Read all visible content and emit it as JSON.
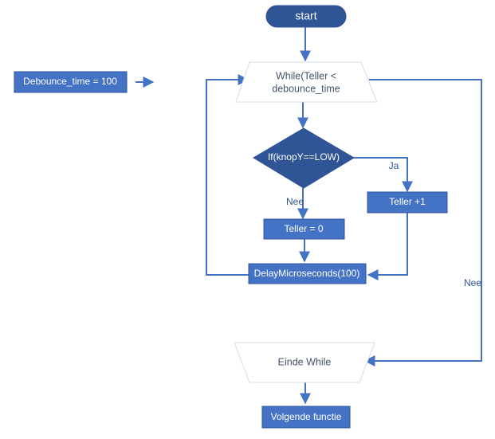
{
  "colors": {
    "fill": "#4472c4",
    "stroke": "#2f5597",
    "line": "#4472c4",
    "dark_fill": "#2f5597",
    "text_on_fill": "#ffffff",
    "text_on_white": "#44546a",
    "label_text": "#2f5597",
    "trapezoid_stroke": "#b4c7e7"
  },
  "nodes": {
    "start": "start",
    "debounce": "Debounce_time = 100",
    "while_line1": "While(Teller <",
    "while_line2": "debounce_time",
    "if": "If(knopY==LOW)",
    "teller_plus": "Teller +1",
    "teller_zero": "Teller = 0",
    "delay": "DelayMicroseconds(100)",
    "end_while": "Einde While",
    "next": "Volgende functie"
  },
  "edge_labels": {
    "yes": "Ja",
    "no_if": "Nee",
    "no_while": "Nee"
  }
}
